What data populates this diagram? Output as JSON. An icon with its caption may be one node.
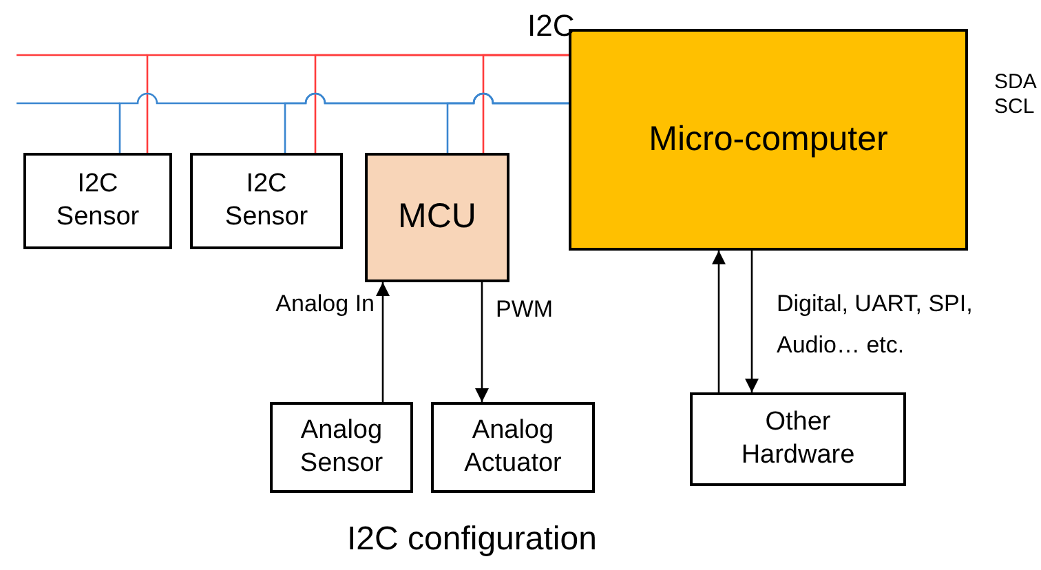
{
  "diagram": {
    "caption": "I2C configuration",
    "nodes": [
      {
        "text": [
          "I2C Sensor"
        ]
      },
      {
        "text": [
          "I2C Sensor"
        ]
      },
      {
        "text": [
          "MCU"
        ]
      },
      {
        "text": [
          "Micro-computer"
        ]
      },
      {
        "text": [
          "Analog Sensor"
        ]
      },
      {
        "text": [
          "Analog Actuator"
        ]
      },
      {
        "text": [
          "Other Hardware"
        ]
      }
    ],
    "edges": [
      {
        "from": 0,
        "to": 3,
        "arrow": "none",
        "color": "#ff3b3b"
      },
      {
        "from": 0,
        "to": 3,
        "arrow": "none",
        "color": "#3a86d0"
      },
      {
        "from": 1,
        "to": 3,
        "arrow": "none",
        "color": "#ff3b3b"
      },
      {
        "from": 1,
        "to": 3,
        "arrow": "none",
        "color": "#3a86d0"
      },
      {
        "from": 2,
        "to": 3,
        "arrow": "none",
        "color": "#ff3b3b"
      },
      {
        "from": 2,
        "to": 3,
        "arrow": "none",
        "color": "#3a86d0"
      },
      {
        "from": 4,
        "to": 2,
        "arrow": "to",
        "label": "Analog In"
      },
      {
        "from": 2,
        "to": 5,
        "arrow": "to",
        "label": "PWM"
      },
      {
        "from": 6,
        "to": 3,
        "arrow": "to"
      },
      {
        "from": 3,
        "to": 6,
        "arrow": "to",
        "label": "Digital, UART, SPI, Audio… etc."
      }
    ],
    "labels": [
      "I2C",
      "SDA",
      "SCL"
    ]
  }
}
